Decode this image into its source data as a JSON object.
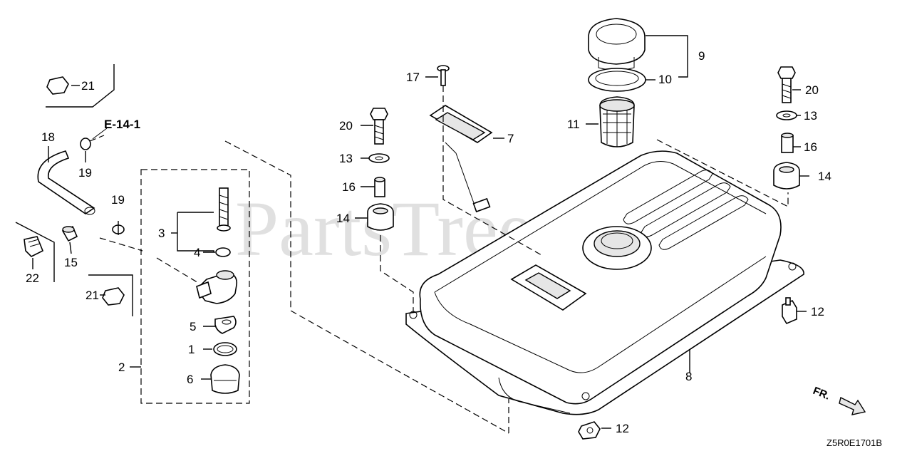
{
  "watermark": "PartsTree",
  "reference": "E-14-1",
  "diagram_code": "Z5R0E1701B",
  "front_marker": "FR.",
  "callouts": [
    {
      "id": "c1",
      "label": "1"
    },
    {
      "id": "c2",
      "label": "2"
    },
    {
      "id": "c3",
      "label": "3"
    },
    {
      "id": "c4",
      "label": "4"
    },
    {
      "id": "c5",
      "label": "5"
    },
    {
      "id": "c6",
      "label": "6"
    },
    {
      "id": "c7",
      "label": "7"
    },
    {
      "id": "c8",
      "label": "8"
    },
    {
      "id": "c9",
      "label": "9"
    },
    {
      "id": "c10",
      "label": "10"
    },
    {
      "id": "c11",
      "label": "11"
    },
    {
      "id": "c12a",
      "label": "12"
    },
    {
      "id": "c12b",
      "label": "12"
    },
    {
      "id": "c13a",
      "label": "13"
    },
    {
      "id": "c13b",
      "label": "13"
    },
    {
      "id": "c14a",
      "label": "14"
    },
    {
      "id": "c14b",
      "label": "14"
    },
    {
      "id": "c15",
      "label": "15"
    },
    {
      "id": "c16a",
      "label": "16"
    },
    {
      "id": "c16b",
      "label": "16"
    },
    {
      "id": "c17",
      "label": "17"
    },
    {
      "id": "c18",
      "label": "18"
    },
    {
      "id": "c19a",
      "label": "19"
    },
    {
      "id": "c19b",
      "label": "19"
    },
    {
      "id": "c20a",
      "label": "20"
    },
    {
      "id": "c20b",
      "label": "20"
    },
    {
      "id": "c21a",
      "label": "21"
    },
    {
      "id": "c21b",
      "label": "21"
    },
    {
      "id": "c22",
      "label": "22"
    }
  ]
}
